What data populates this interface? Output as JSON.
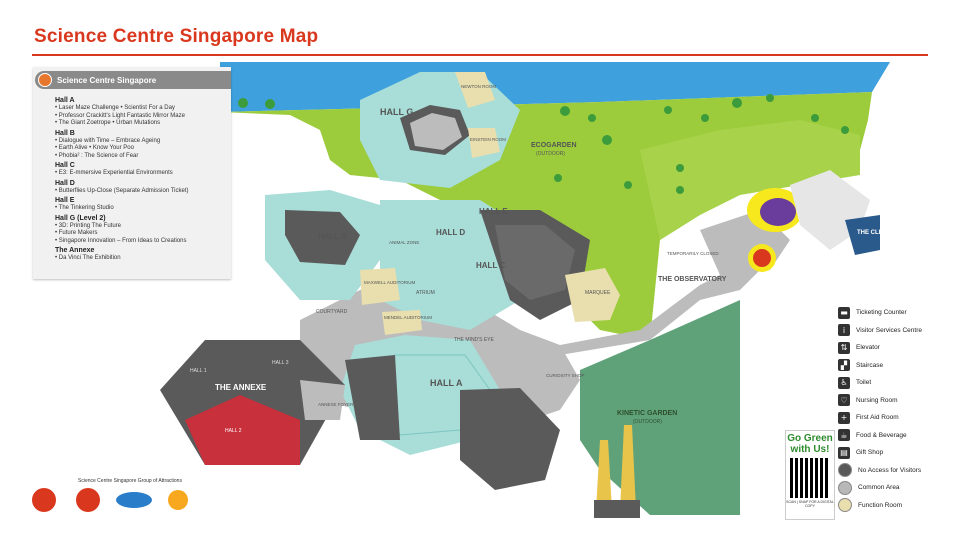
{
  "title": "Science Centre Singapore Map",
  "legend_header": "Science Centre Singapore",
  "halls": [
    {
      "name": "Hall A",
      "items": [
        "• Laser Maze Challenge • Scientist For a Day",
        "• Professor Crackitt's Light Fantastic Mirror Maze",
        "• The Giant Zoetrope • Urban Mutations"
      ]
    },
    {
      "name": "Hall B",
      "items": [
        "• Dialogue with Time – Embrace Ageing",
        "• Earth Alive • Know Your Poo",
        "• Phobia² : The Science of Fear"
      ]
    },
    {
      "name": "Hall C",
      "items": [
        "• E3: E-mmersive Experiential Environments"
      ]
    },
    {
      "name": "Hall D",
      "items": [
        "• Butterflies Up-Close (Separate Admission Ticket)"
      ]
    },
    {
      "name": "Hall E",
      "items": [
        "• The Tinkering Studio"
      ]
    },
    {
      "name": "Hall G (Level 2)",
      "items": [
        "• 3D: Printing The Future",
        "• Future Makers",
        "• Singapore Innovation – From Ideas to Creations"
      ]
    },
    {
      "name": "The Annexe",
      "items": [
        "• Da Vinci The Exhibition"
      ]
    }
  ],
  "map_labels": {
    "hall_g": "HALL G",
    "newton": "NEWTON ROOM",
    "einstein": "EINSTEIN ROOM",
    "ecogarden": "ECOGARDEN",
    "ecogarden_sub": "(OUTDOOR)",
    "hall_e": "HALL E",
    "hall_b": "HALL B",
    "hall_d": "HALL D",
    "hall_c": "HALL C",
    "animal_zone": "ANIMAL ZONE",
    "maxwell": "MAXWELL AUDITORIUM",
    "atrium": "ATRIUM",
    "marquee": "MARQUEE",
    "mendel": "MENDEL AUDITORIUM",
    "courtyard": "COURTYARD",
    "minds_eye": "THE MIND'S EYE",
    "hall_1": "HALL 1",
    "hall_3": "HALL 3",
    "annexe": "THE ANNEXE",
    "hall_2": "HALL 2",
    "annexe_foyer": "ANNEXE FOYER",
    "hall_a": "HALL A",
    "curiosity": "CURIOSITY SHOP",
    "kinetic": "KINETIC GARDEN",
    "kinetic_sub": "(OUTDOOR)",
    "temp_closed": "TEMPORARILY CLOSED",
    "observatory": "THE OBSERVATORY",
    "cliff": "THE CLIFF"
  },
  "key": [
    {
      "label": "Ticketing Counter",
      "icon": "ticket-icon",
      "glyph": "▬"
    },
    {
      "label": "Visitor Services Centre",
      "icon": "info-icon",
      "glyph": "i"
    },
    {
      "label": "Elevator",
      "icon": "elevator-icon",
      "glyph": "⇅"
    },
    {
      "label": "Staircase",
      "icon": "staircase-icon",
      "glyph": "▞"
    },
    {
      "label": "Toilet",
      "icon": "toilet-icon",
      "glyph": "♿"
    },
    {
      "label": "Nursing Room",
      "icon": "nursing-icon",
      "glyph": "♡"
    },
    {
      "label": "First Aid Room",
      "icon": "first-aid-icon",
      "glyph": "+"
    },
    {
      "label": "Food & Beverage",
      "icon": "food-icon",
      "glyph": "☕"
    },
    {
      "label": "Gift Shop",
      "icon": "gift-icon",
      "glyph": "▤"
    },
    {
      "label": "No Access for Visitors",
      "icon": "no-access-swatch",
      "color": "#595959"
    },
    {
      "label": "Common Area",
      "icon": "common-area-swatch",
      "color": "#b8b8b8"
    },
    {
      "label": "Function Room",
      "icon": "function-room-swatch",
      "color": "#e9dfae"
    }
  ],
  "go_green": "Go Green with Us!",
  "qr_caption": "SCAN | SNAP FOR A DIGITAL COPY",
  "group_caption": "Science Centre Singapore Group of Attractions",
  "colors": {
    "accent": "#d9381e",
    "water": "#3ea0dc",
    "grass": "#9ccc3c",
    "hall": "#a8ddd8",
    "hall_dark": "#5a5a5a",
    "common": "#bcbcbc",
    "annexe_red": "#c8303c",
    "function": "#e9dfae",
    "kinetic": "#5fa27a"
  }
}
